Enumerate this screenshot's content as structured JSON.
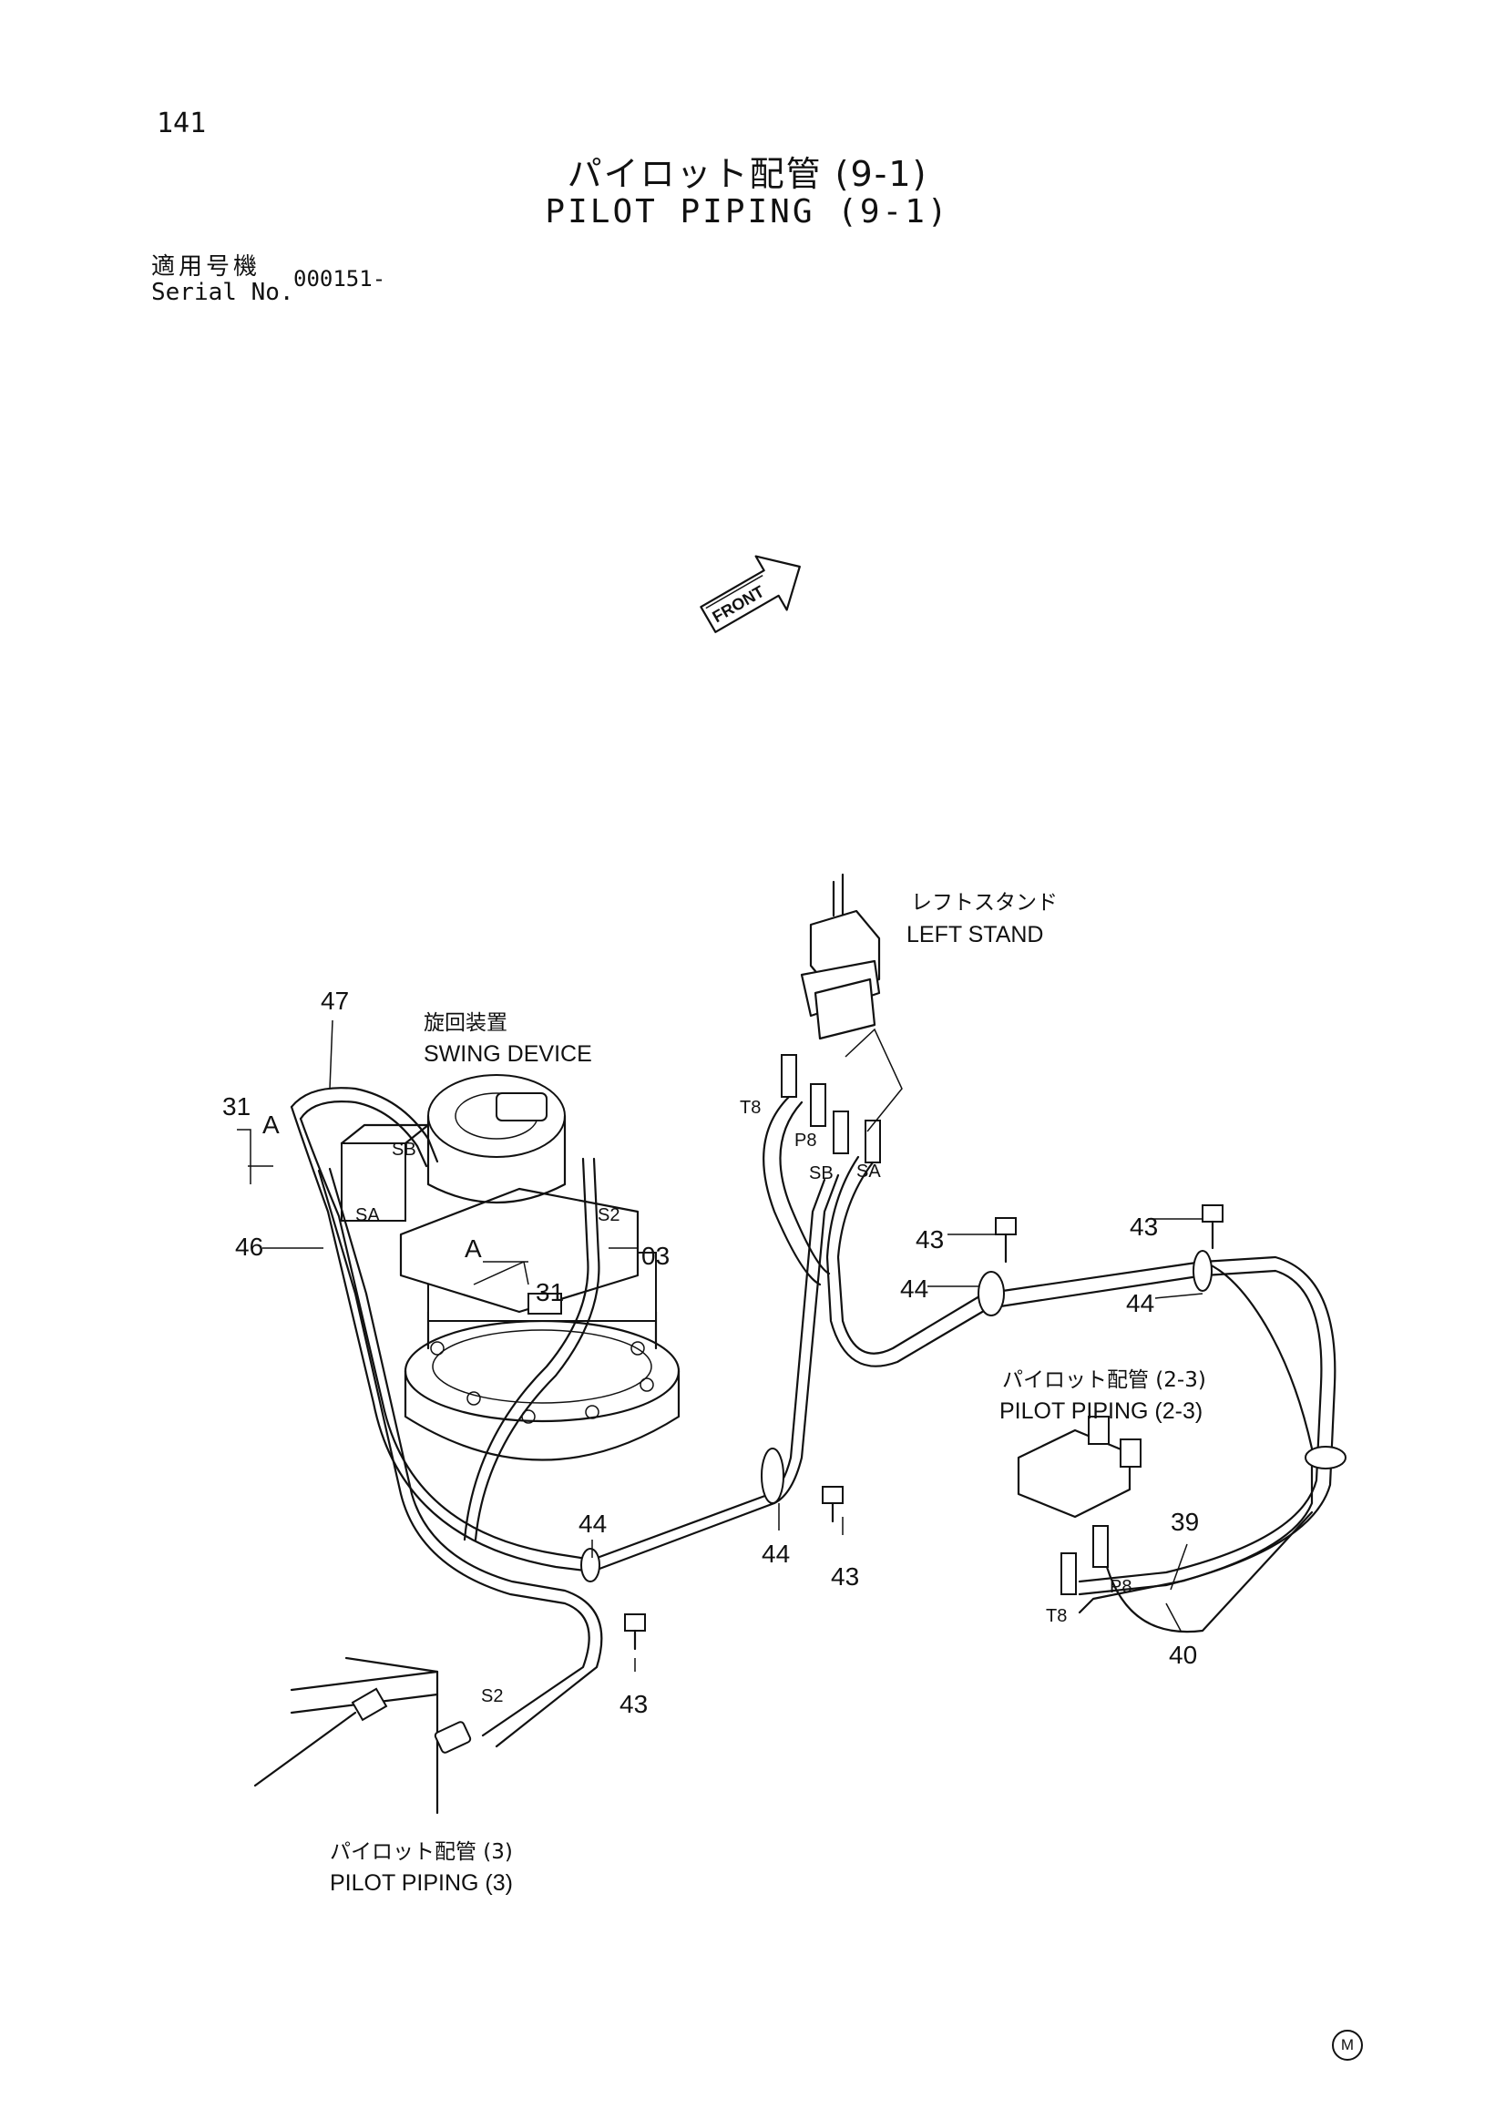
{
  "header": {
    "page_number": "141",
    "title_jp": "パイロット配管 (9-1)",
    "title_en": "PILOT PIPING (9-1)",
    "serial_label_jp": "適用号機",
    "serial_label_en": "Serial No.",
    "serial_value": "000151-"
  },
  "labels": {
    "front": "FRONT",
    "left_stand_jp": "レフトスタンド",
    "left_stand_en": "LEFT STAND",
    "swing_device_jp": "旋回装置",
    "swing_device_en": "SWING DEVICE",
    "pilot_piping_23_jp": "パイロット配管 (2-3)",
    "pilot_piping_23_en": "PILOT PIPING (2-3)",
    "pilot_piping_3_jp": "パイロット配管 (3)",
    "pilot_piping_3_en": "PILOT PIPING (3)"
  },
  "part_numbers": {
    "p47": "47",
    "p31a": "31",
    "p31b": "31",
    "p46": "46",
    "p03": "03",
    "p43a": "43",
    "p43b": "43",
    "p43c": "43",
    "p43d": "43",
    "p44a": "44",
    "p44b": "44",
    "p44c": "44",
    "p44d": "44",
    "p39": "39",
    "p40": "40"
  },
  "port_labels": {
    "a1": "A",
    "a2": "A",
    "sb1": "SB",
    "sa1": "SA",
    "s2a": "S2",
    "s2b": "S2",
    "t8a": "T8",
    "p8a": "P8",
    "sb2": "SB",
    "sa2": "SA",
    "p8b": "P8",
    "t8b": "T8"
  },
  "footer": {
    "mark": "M"
  }
}
